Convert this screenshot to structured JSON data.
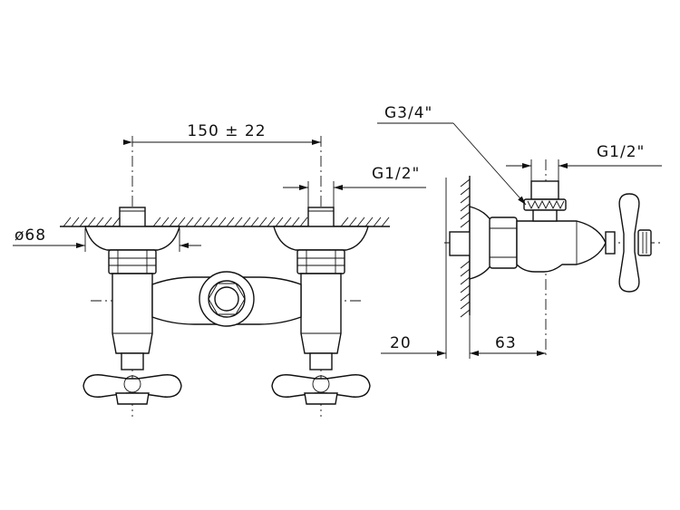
{
  "front_view": {
    "center_distance": "150 ± 22",
    "outlet_thread": "G1/2\"",
    "flange_diameter": "ø68"
  },
  "side_view": {
    "inlet_thread": "G3/4\"",
    "outlet_thread": "G1/2\"",
    "wall_offset": "20",
    "projection": "63"
  }
}
